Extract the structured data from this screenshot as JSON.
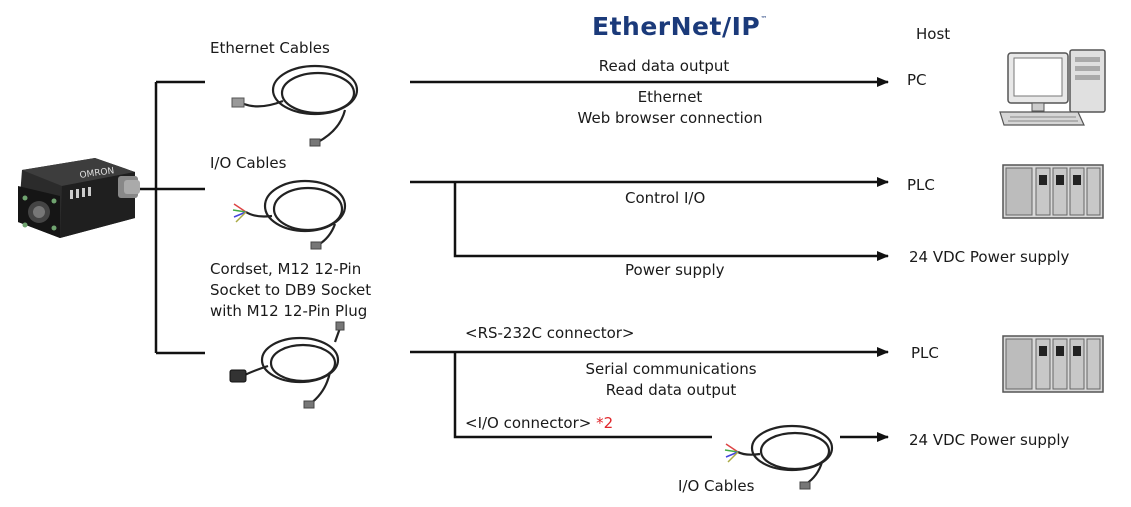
{
  "logo": {
    "text": "EtherNet/IP",
    "tm": "™"
  },
  "host_header": "Host",
  "cables": {
    "ethernet": "Ethernet Cables",
    "io": "I/O Cables",
    "cordset_line1": "Cordset, M12 12-Pin",
    "cordset_line2": "Socket to DB9 Socket",
    "cordset_line3": "with M12 12-Pin Plug",
    "io_bottom": "I/O Cables"
  },
  "connections": {
    "read_data_output": "Read data output",
    "ethernet_line1": "Ethernet",
    "ethernet_line2": "Web browser connection",
    "control_io": "Control I/O",
    "power_supply": "Power supply",
    "rs232c_connector": "<RS-232C connector>",
    "serial_line1": "Serial communications",
    "serial_line2": "Read data output",
    "io_connector": "<I/O connector>",
    "io_connector_note": "*2"
  },
  "destinations": {
    "pc": "PC",
    "plc_1": "PLC",
    "power_1": "24 VDC Power supply",
    "plc_2": "PLC",
    "power_2": "24 VDC Power supply"
  },
  "device_brand": "OMRON",
  "colors": {
    "line": "#111111",
    "note_red": "#e0262b",
    "logo_blue": "#1b3a7a"
  }
}
